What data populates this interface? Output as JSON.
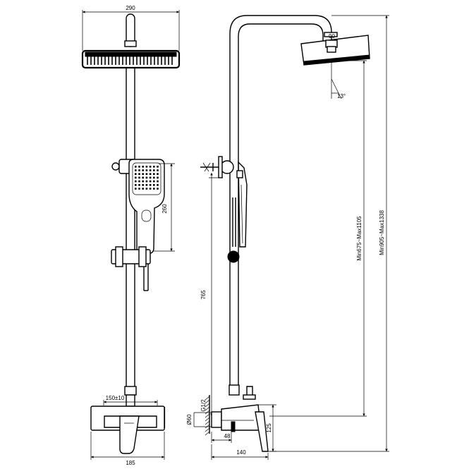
{
  "dimensions": {
    "head_width": "290",
    "hand_shower_length": "260",
    "slide_rail_height": "765",
    "mixer_centers": "150±10",
    "mixer_width": "185",
    "head_angle": "90",
    "head_tilt": "13°",
    "outlet_height": "Min675~Max1105",
    "overall_height": "Min905~Max1338",
    "thread": "G1/2",
    "wall_flange": "Ø60",
    "projection_48": "48",
    "depth": "140",
    "spout_height": "125"
  }
}
